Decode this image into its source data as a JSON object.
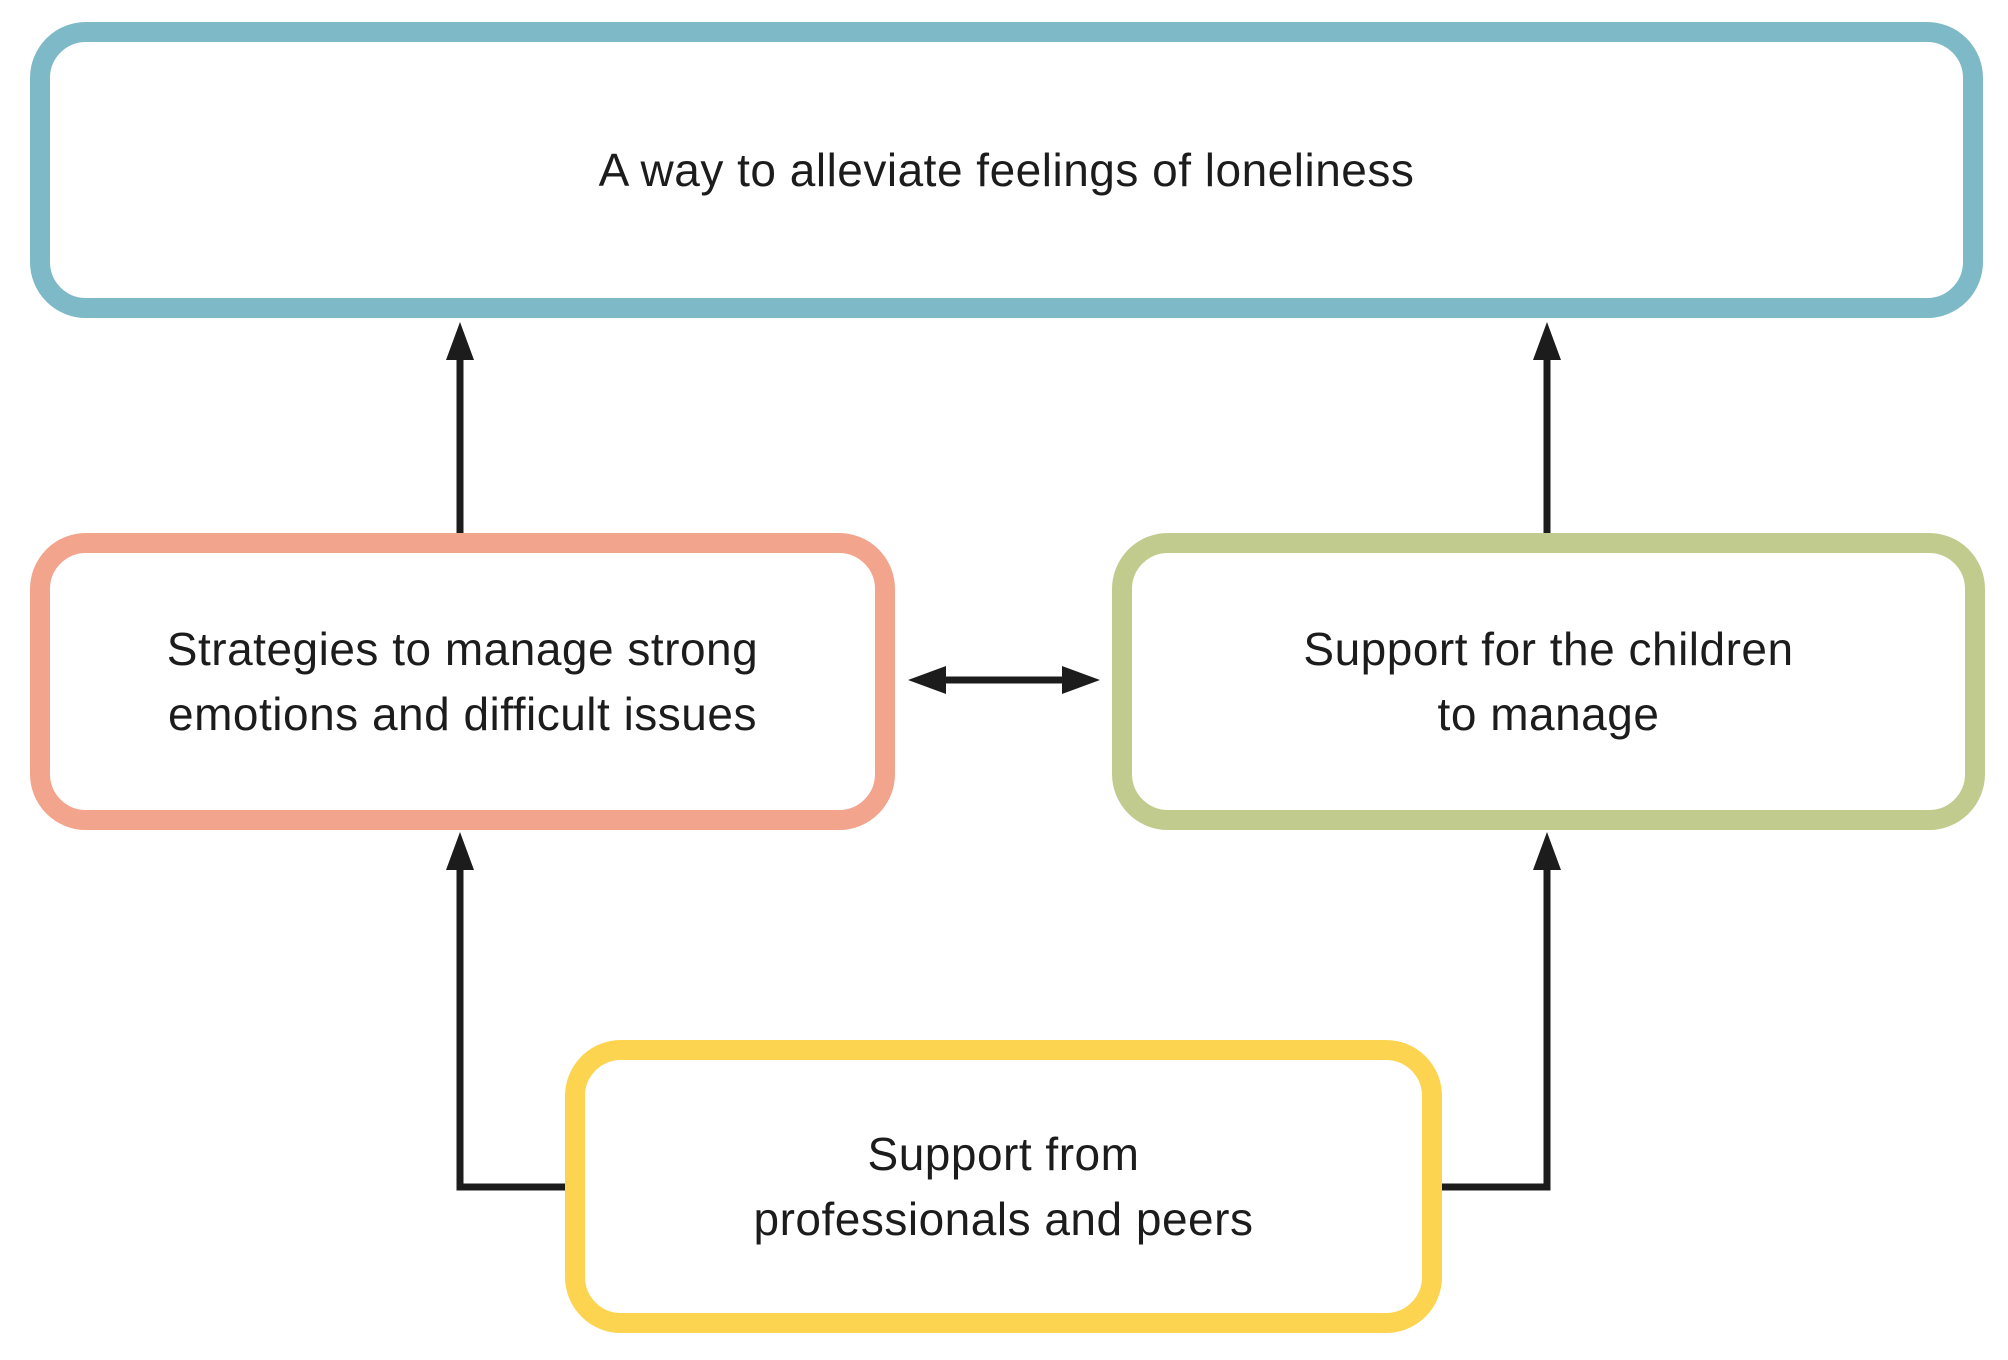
{
  "colors": {
    "background": "#ffffff",
    "text": "#1c1c1c",
    "arrow": "#1c1c1c",
    "top_box_border": "#7db9c7",
    "left_box_border": "#f2a48c",
    "right_box_border": "#c1cb8e",
    "bottom_box_border": "#fcd450"
  },
  "boxes": {
    "top": {
      "lines": [
        "A way to alleviate feelings of loneliness"
      ],
      "border_color": "#7db9c7"
    },
    "left": {
      "lines": [
        "Strategies to manage strong",
        "emotions and difficult issues"
      ],
      "border_color": "#f2a48c"
    },
    "right": {
      "lines": [
        "Support for the children",
        "to manage"
      ],
      "border_color": "#c1cb8e"
    },
    "bottom": {
      "lines": [
        "Support from",
        "professionals and peers"
      ],
      "border_color": "#fcd450"
    }
  },
  "connectors": [
    {
      "from": "left",
      "to": "top",
      "type": "arrow"
    },
    {
      "from": "right",
      "to": "top",
      "type": "arrow"
    },
    {
      "from": "left",
      "to": "right",
      "type": "double-arrow"
    },
    {
      "from": "bottom",
      "to": "left",
      "type": "elbow-arrow"
    },
    {
      "from": "bottom",
      "to": "right",
      "type": "elbow-arrow"
    }
  ]
}
